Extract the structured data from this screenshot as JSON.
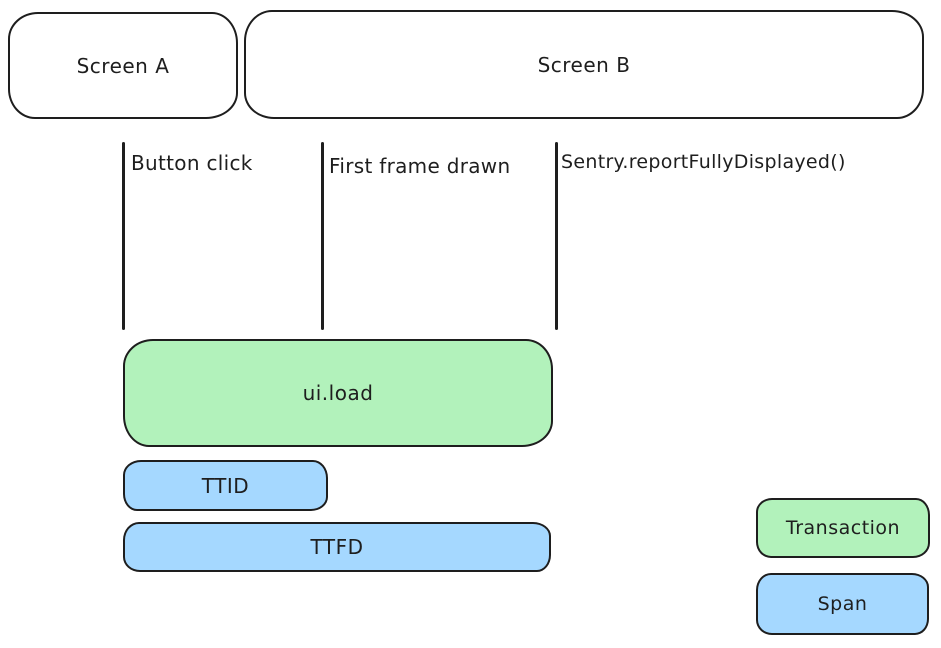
{
  "screens": [
    {
      "label": "Screen A"
    },
    {
      "label": "Screen B"
    }
  ],
  "events": [
    {
      "label": "Button click"
    },
    {
      "label": "First frame drawn"
    },
    {
      "label": "Sentry.reportFullyDisplayed()"
    }
  ],
  "timeline": {
    "transaction": {
      "label": "ui.load"
    },
    "spans": [
      {
        "label": "TTID"
      },
      {
        "label": "TTFD"
      }
    ]
  },
  "legend": {
    "transaction_label": "Transaction",
    "span_label": "Span"
  },
  "colors": {
    "transaction_fill": "#b2f2bb",
    "span_fill": "#a5d8ff",
    "stroke": "#1e1e1e",
    "background": "#ffffff"
  }
}
